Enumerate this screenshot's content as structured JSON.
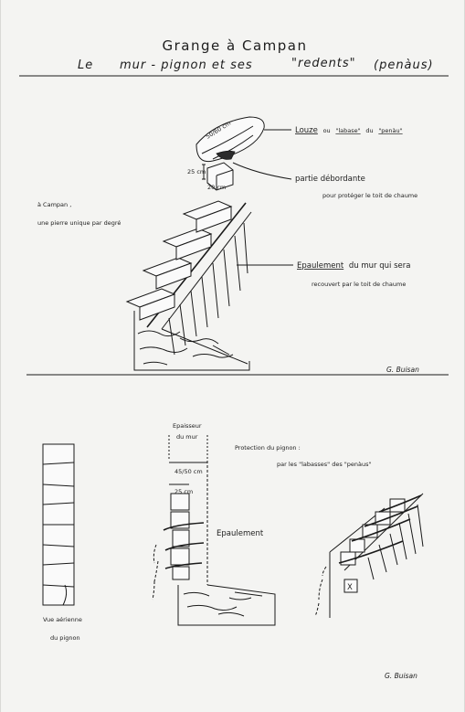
{
  "title": "Grange à Campan",
  "subtitle": {
    "le": "Le",
    "main": "mur - pignon  et  ses",
    "quoted": "\"redents\"",
    "paren": "(penàus)"
  },
  "top": {
    "dim_stone": "50/60 cm",
    "dim_height": "25 cm",
    "dim_small": "20 cm",
    "lauze_label": {
      "part1": "Louze",
      "part2": "ou",
      "part3": "\"labase\"",
      "part4": "du",
      "part5": "\"penàu\""
    },
    "debordante_line1": "partie débordante",
    "debordante_line2": "pour protéger le toit de chaume",
    "campan_line1": "à  Campan ,",
    "campan_line2": "une pierre unique par degré",
    "epaulement_line1_a": "Epaulement",
    "epaulement_line1_b": "du mur  qui sera",
    "epaulement_line2": "recouvert par le toit de chaume",
    "signature": "G. Buisan"
  },
  "bottom": {
    "vue_line1": "Vue aérienne",
    "vue_line2": "du pignon",
    "epaisseur_line1": "Epaisseur",
    "epaisseur_line2": "du mur",
    "dim_thickness": "45/50 cm",
    "dim_25": "25 cm",
    "epaulement": "Epaulement",
    "protection_line1": "Protection du pignon :",
    "protection_line2": "par les \"labasses\" des \"penàus\"",
    "x_mark": "X",
    "signature": "G. Buisan"
  }
}
